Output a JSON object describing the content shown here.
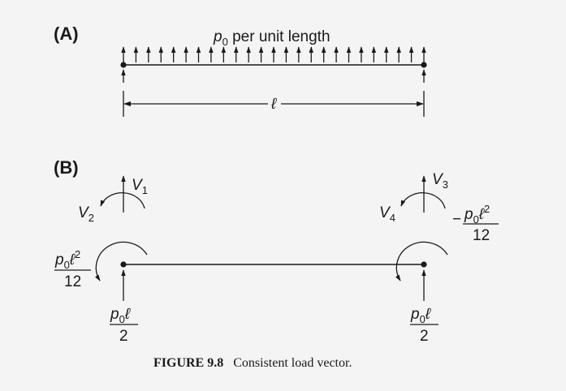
{
  "panel_a": {
    "label": "(A)",
    "load_label": "p0 per unit length",
    "load_label_p": "p",
    "load_label_sub": "0",
    "load_label_rest": " per unit length",
    "length_symbol": "ℓ"
  },
  "panel_b": {
    "label": "(B)",
    "v1": {
      "v": "V",
      "sub": "1"
    },
    "v2": {
      "v": "V",
      "sub": "2"
    },
    "v3": {
      "v": "V",
      "sub": "3"
    },
    "v4": {
      "v": "V",
      "sub": "4"
    },
    "moment_left": {
      "num_p": "p",
      "num_sub": "0",
      "num_l": "ℓ",
      "num_sup": "2",
      "den": "12"
    },
    "moment_right": {
      "sign": "−",
      "num_p": "p",
      "num_sub": "0",
      "num_l": "ℓ",
      "num_sup": "2",
      "den": "12"
    },
    "shear_left": {
      "num_p": "p",
      "num_sub": "0",
      "num_l": "ℓ",
      "den": "2"
    },
    "shear_right": {
      "num_p": "p",
      "num_sub": "0",
      "num_l": "ℓ",
      "den": "2"
    }
  },
  "caption": {
    "label": "FIGURE 9.8",
    "text": "Consistent load vector."
  },
  "colors": {
    "background": "#f4f4f4",
    "ink": "#1a1a1a"
  },
  "distributed_load": {
    "arrow_count": 25
  }
}
